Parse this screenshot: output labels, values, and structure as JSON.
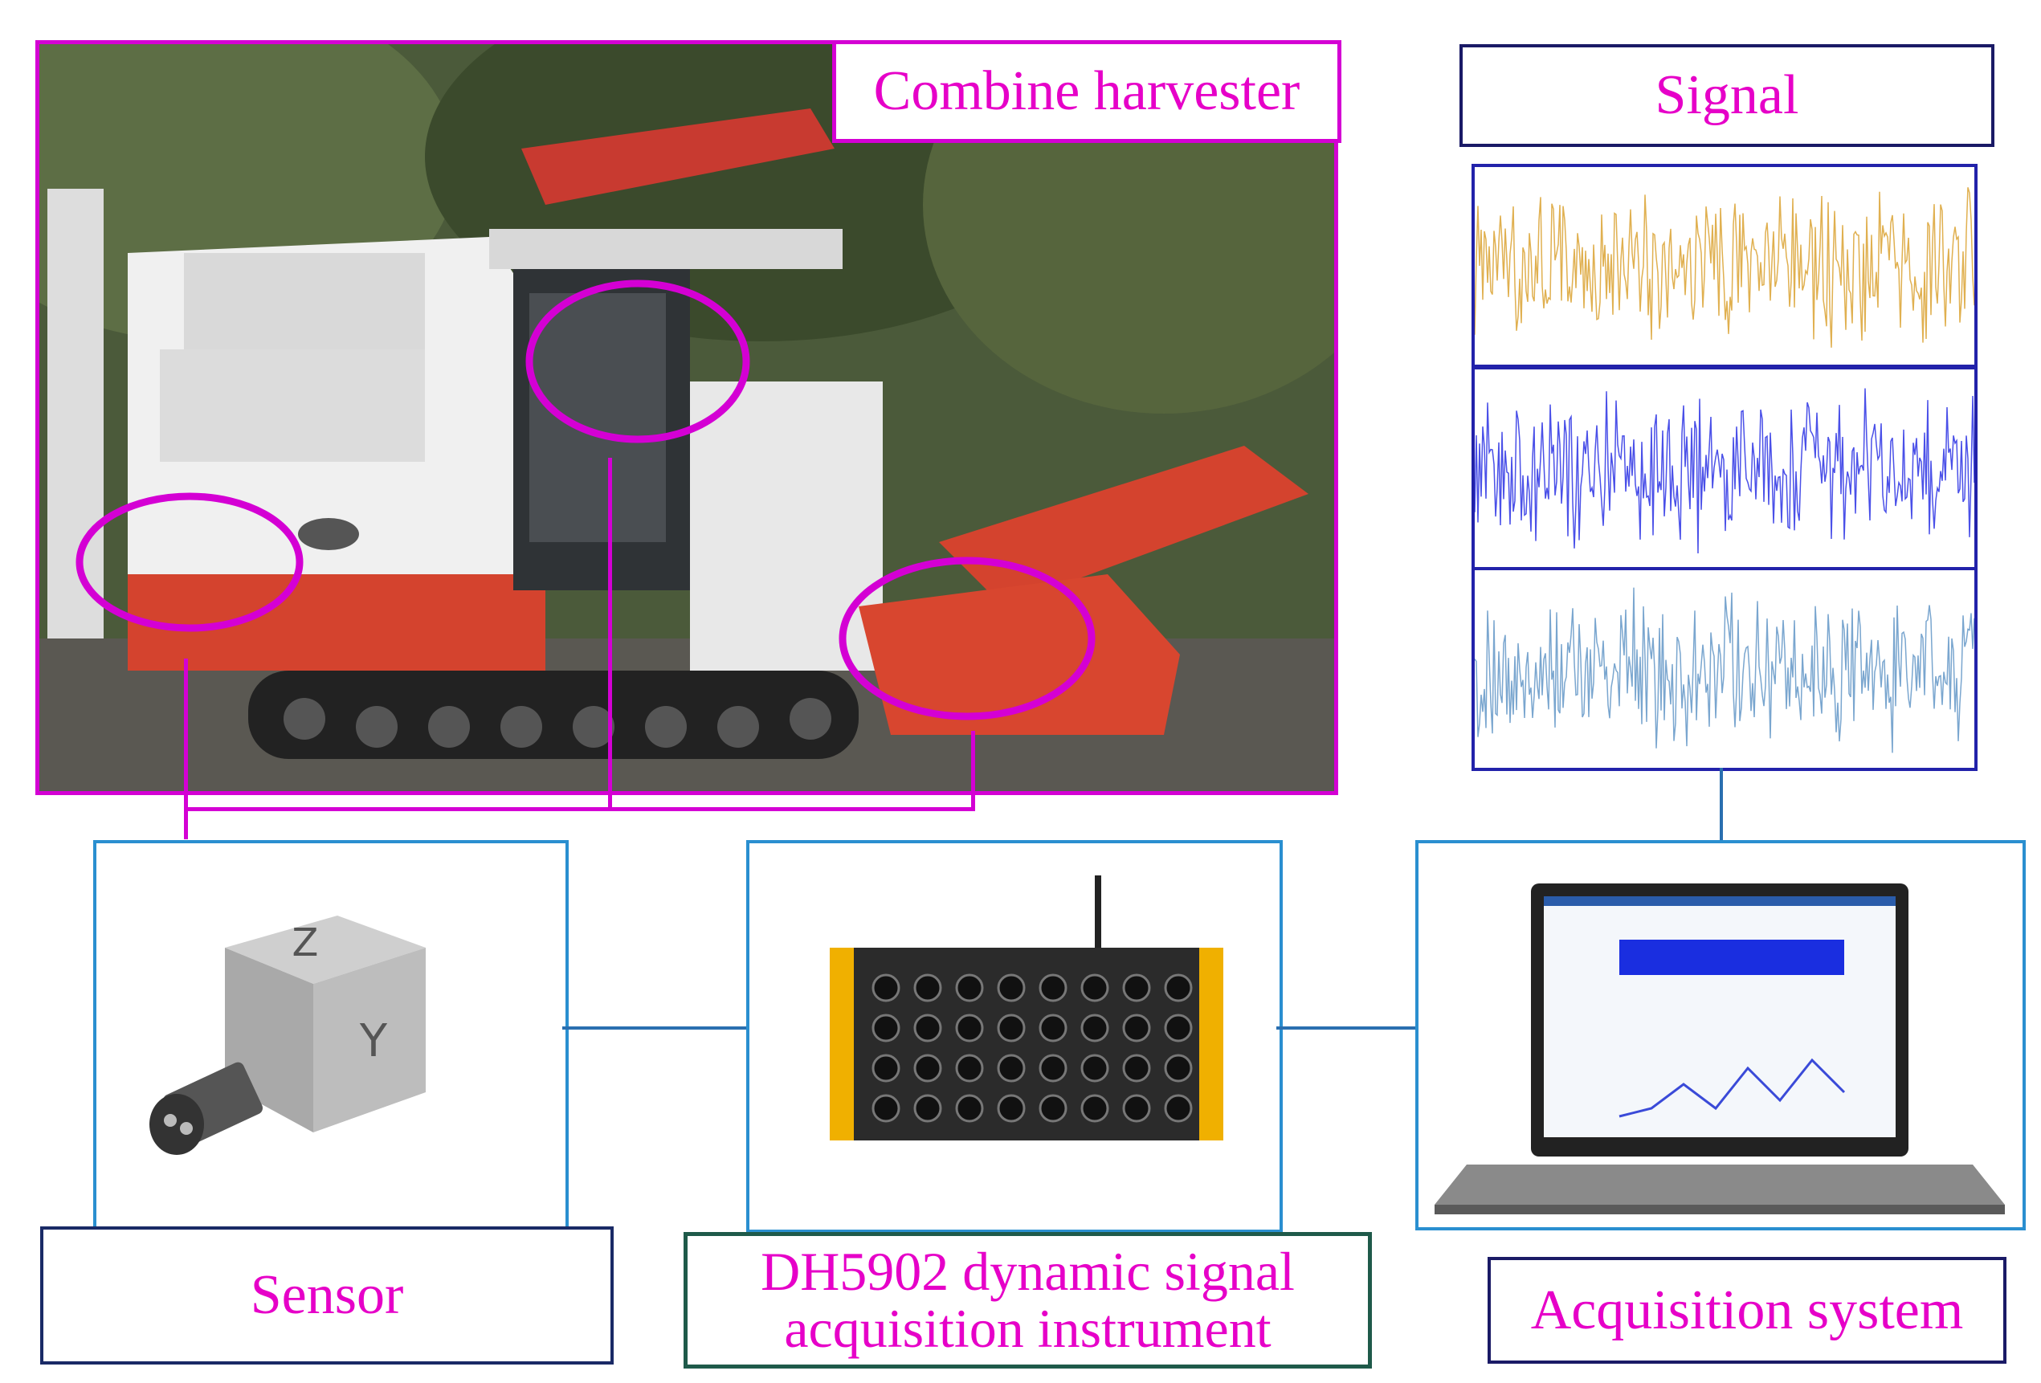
{
  "labels": {
    "combine_harvester": "Combine harvester",
    "signal": "Signal",
    "sensor": "Sensor",
    "dh_line1": "DH5902 dynamic signal",
    "dh_line2": "acquisition instrument",
    "acquisition_system": "Acquisition system"
  },
  "colors": {
    "label_text": "#e600c8",
    "highlight": "#d400d4",
    "connector": "#2a6fb0",
    "signal_1": "#e0b050",
    "signal_2": "#4a50e8",
    "signal_3": "#7aa6cf"
  },
  "icons": [
    "combine-harvester-photo",
    "accelerometer-sensor",
    "daq-instrument",
    "laptop-computer"
  ]
}
